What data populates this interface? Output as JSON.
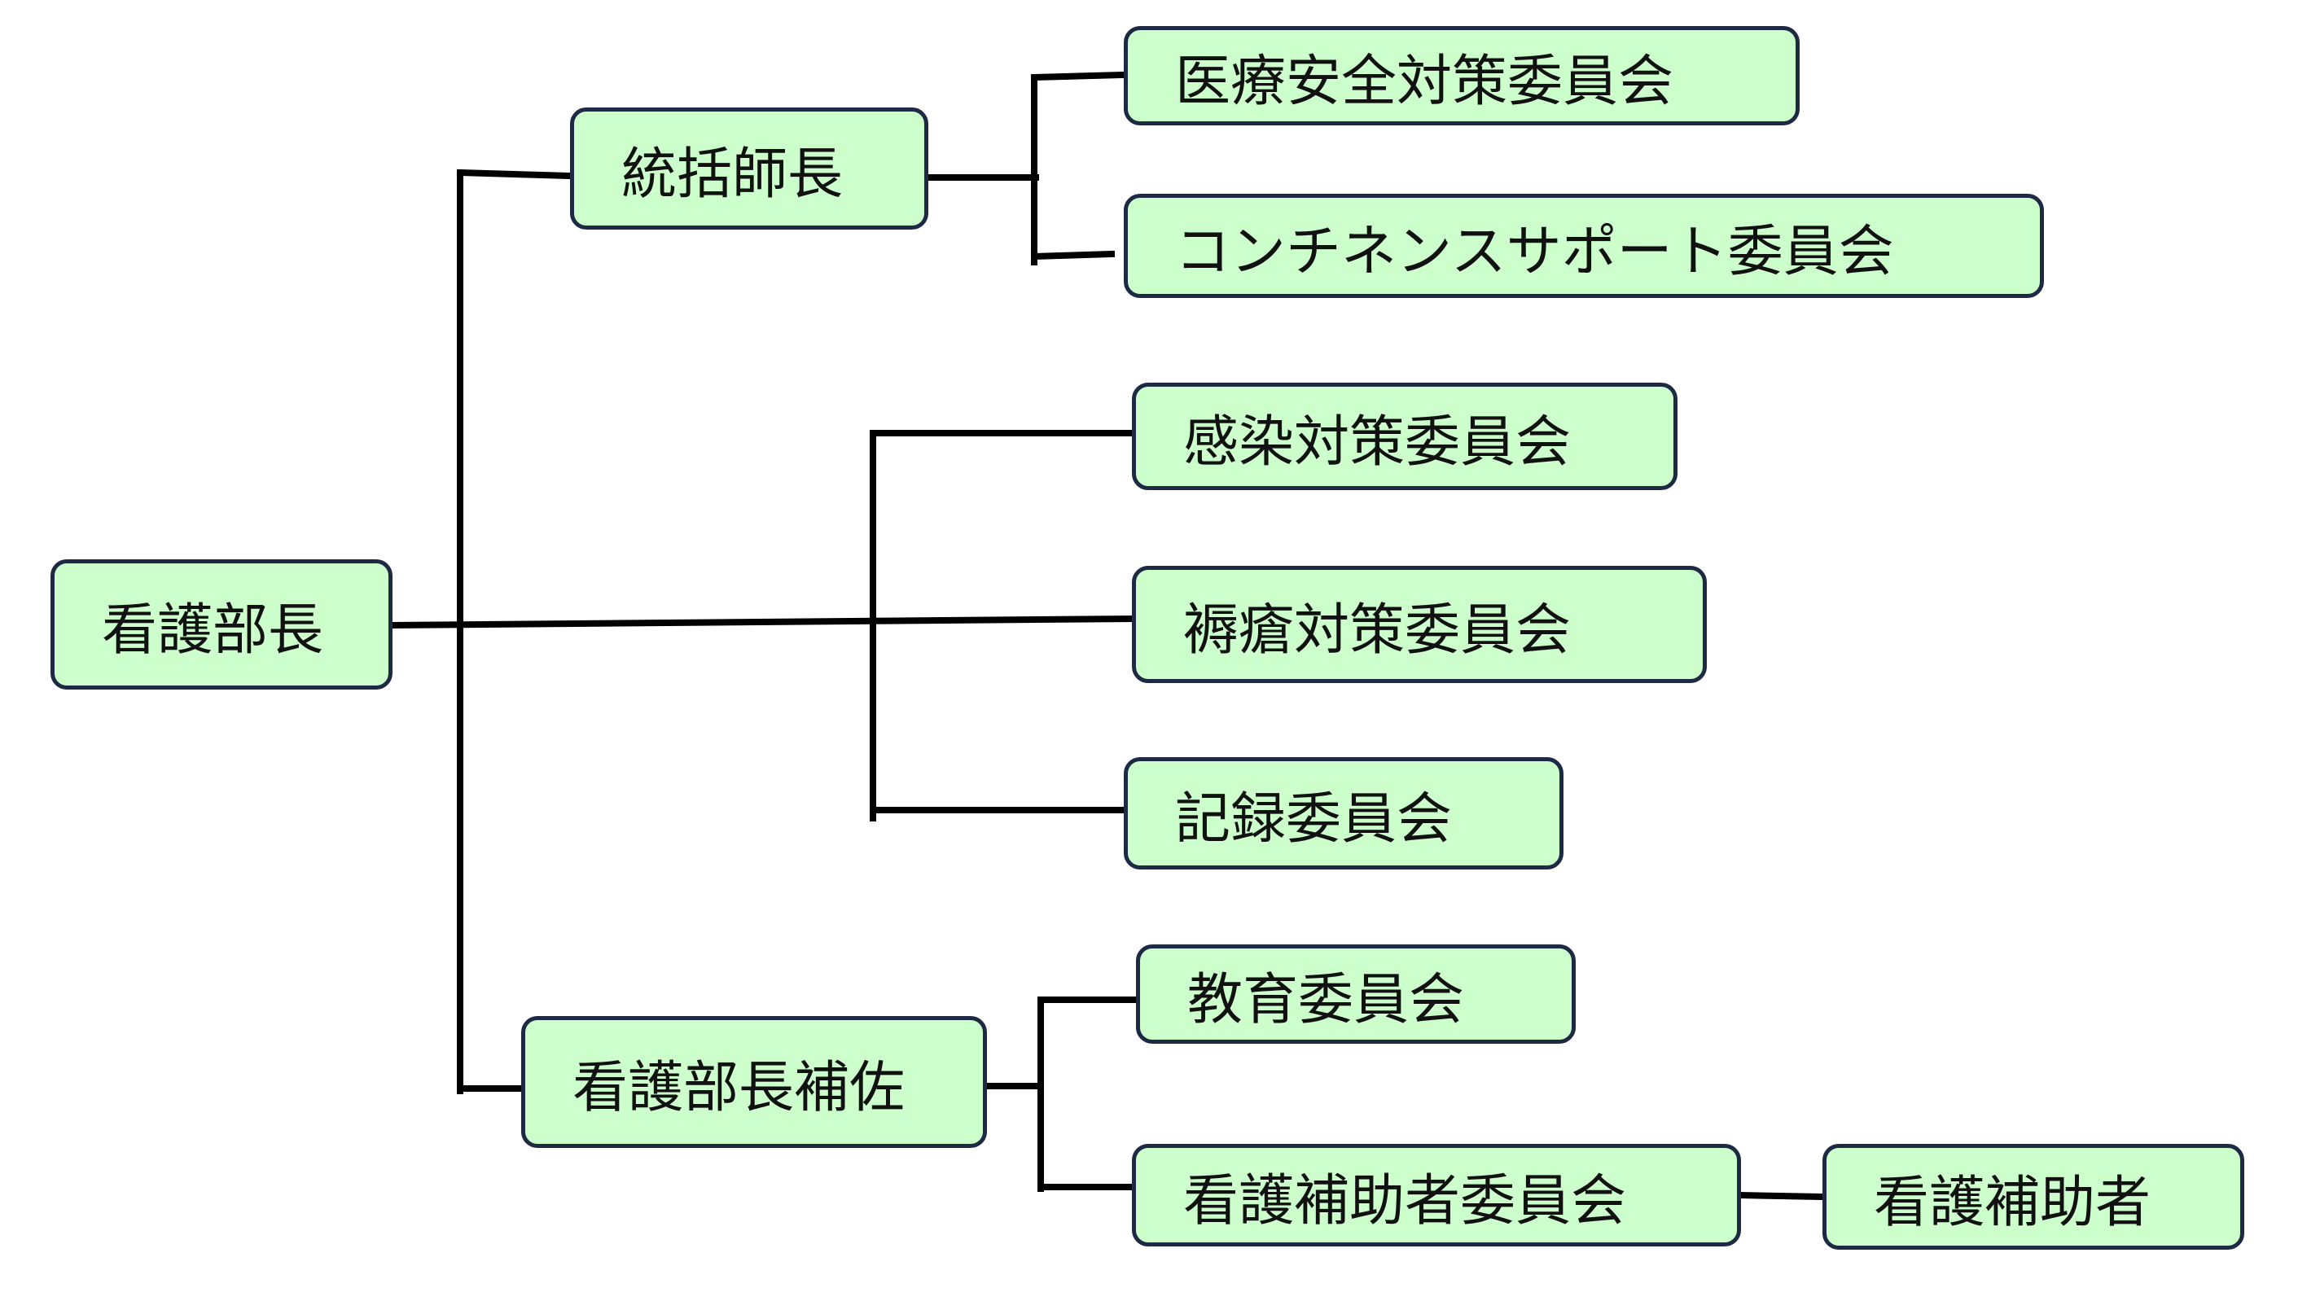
{
  "diagram": {
    "nodes": {
      "kango_buchou": "看護部長",
      "toukatsu_shichou": "統括師長",
      "kango_buchou_hosa": "看護部長補佐",
      "iryou_anzen": "医療安全対策委員会",
      "continence": "コンチネンスサポート委員会",
      "kansen": "感染対策委員会",
      "jokusou": "褥瘡対策委員会",
      "kiroku": "記録委員会",
      "kyouiku": "教育委員会",
      "kango_hojosha_iinkai": "看護補助者委員会",
      "kango_hojosha": "看護補助者"
    },
    "colors": {
      "node_fill": "#ccffcc",
      "node_border": "#1e2a44",
      "connector": "#000000"
    }
  }
}
